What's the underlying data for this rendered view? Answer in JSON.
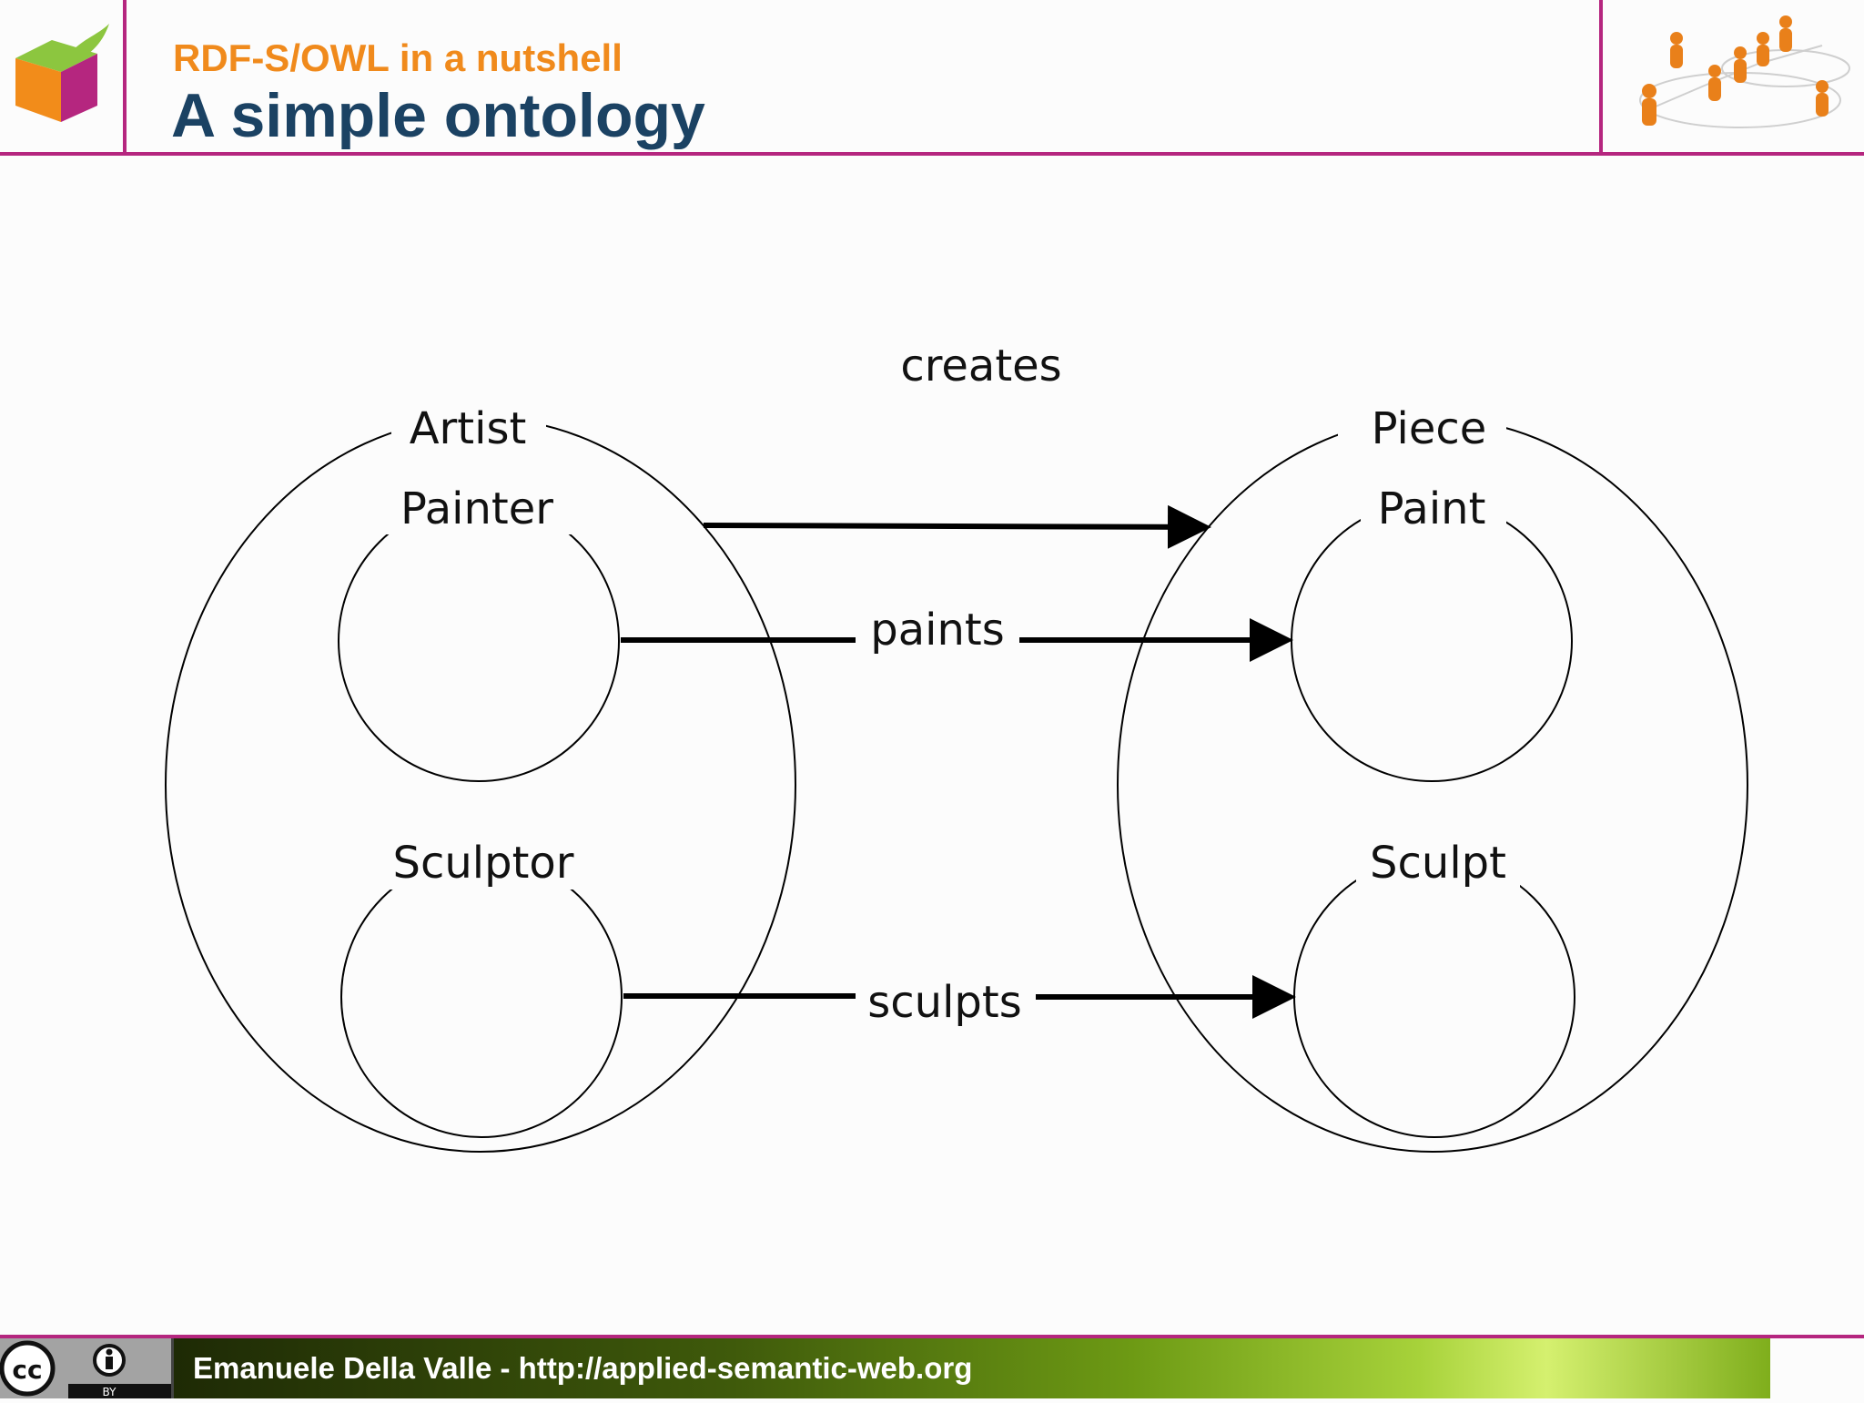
{
  "header": {
    "subtitle": "RDF-S/OWL in a nutshell",
    "title": "A simple ontology"
  },
  "diagram": {
    "classes": {
      "artist": "Artist",
      "painter": "Painter",
      "sculptor": "Sculptor",
      "piece": "Piece",
      "paint": "Paint",
      "sculpt": "Sculpt"
    },
    "properties": {
      "creates": "creates",
      "paints": "paints",
      "sculpts": "sculpts"
    }
  },
  "footer": {
    "credit": "Emanuele Della Valle - http://applied-semantic-web.org",
    "license_by": "BY"
  },
  "colors": {
    "accent_rule": "#b5267f",
    "subtitle": "#f08a1c",
    "title": "#1b4263"
  }
}
